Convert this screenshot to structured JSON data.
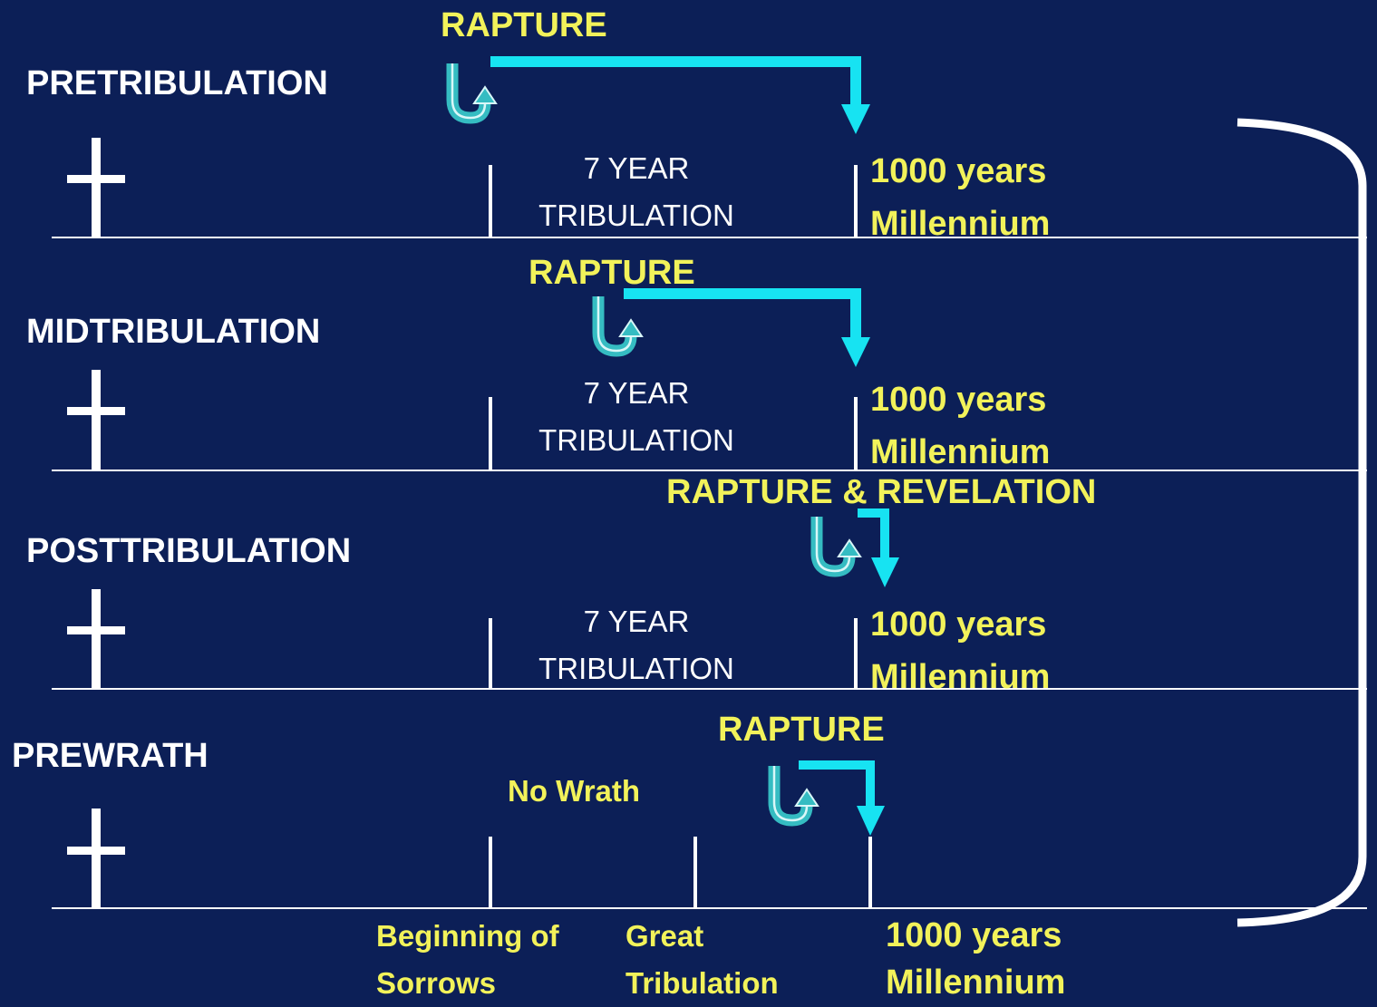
{
  "rows": {
    "pretribulation": {
      "title": "PRETRIBULATION",
      "rapture_label": "RAPTURE",
      "tribulation_line1": "7 YEAR",
      "tribulation_line2": "TRIBULATION",
      "millennium_line1": "1000 years",
      "millennium_line2": "Millennium"
    },
    "midtribulation": {
      "title": "MIDTRIBULATION",
      "rapture_label": "RAPTURE",
      "tribulation_line1": "7 YEAR",
      "tribulation_line2": "TRIBULATION",
      "millennium_line1": "1000 years",
      "millennium_line2": "Millennium"
    },
    "posttribulation": {
      "title": "POSTTRIBULATION",
      "rapture_label": "RAPTURE & REVELATION",
      "tribulation_line1": "7 YEAR",
      "tribulation_line2": "TRIBULATION",
      "millennium_line1": "1000 years",
      "millennium_line2": "Millennium"
    },
    "prewrath": {
      "title": "PREWRATH",
      "rapture_label": "RAPTURE",
      "no_wrath": "No Wrath",
      "beginning_line1": "Beginning of",
      "beginning_line2": "Sorrows",
      "great_line1": "Great",
      "great_line2": "Tribulation",
      "millennium_line1": "1000 years",
      "millennium_line2": "Millennium"
    }
  },
  "colors": {
    "background": "#0c1f57",
    "accent_yellow": "#f2f25a",
    "arrow_cyan": "#17e3f2",
    "hook_teal": "#35bcc2",
    "line_white": "#ffffff"
  }
}
